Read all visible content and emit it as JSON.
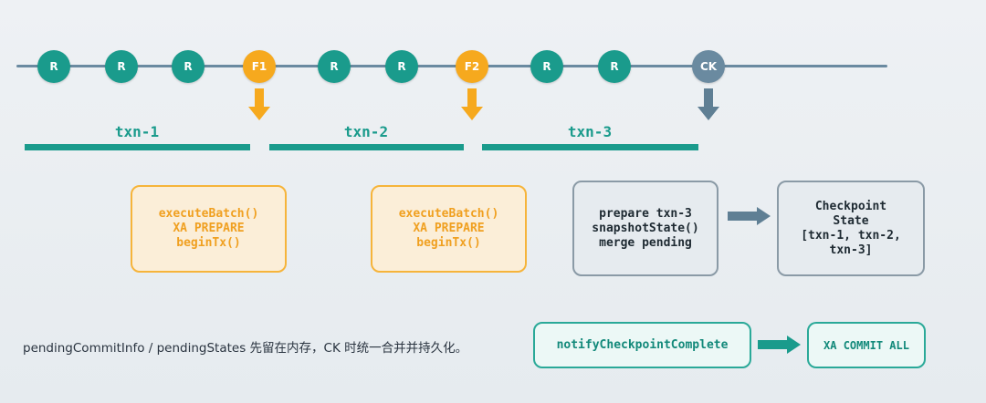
{
  "timeline": {
    "nodes": [
      {
        "label": "R",
        "kind": "record"
      },
      {
        "label": "R",
        "kind": "record"
      },
      {
        "label": "R",
        "kind": "record"
      },
      {
        "label": "F1",
        "kind": "flush"
      },
      {
        "label": "R",
        "kind": "record"
      },
      {
        "label": "R",
        "kind": "record"
      },
      {
        "label": "F2",
        "kind": "flush"
      },
      {
        "label": "R",
        "kind": "record"
      },
      {
        "label": "R",
        "kind": "record"
      },
      {
        "label": "CK",
        "kind": "checkpoint"
      }
    ]
  },
  "transactions": [
    {
      "label": "txn-1"
    },
    {
      "label": "txn-2"
    },
    {
      "label": "txn-3"
    }
  ],
  "boxes": {
    "flush1": [
      "executeBatch()",
      "XA PREPARE",
      "beginTx()"
    ],
    "flush2": [
      "executeBatch()",
      "XA PREPARE",
      "beginTx()"
    ],
    "prepare": [
      "prepare txn-3",
      "snapshotState()",
      "merge pending"
    ],
    "checkpoint_state": [
      "Checkpoint",
      "State",
      "[txn-1, txn-2,",
      "txn-3]"
    ],
    "notify": [
      "notifyCheckpointComplete"
    ],
    "commit": [
      "XA COMMIT ALL"
    ]
  },
  "note": "pendingCommitInfo / pendingStates 先留在内存，CK 时统一合并并持久化。",
  "colors": {
    "record": "#1a9b8c",
    "flush": "#f6a91e",
    "checkpoint": "#6a8aa0",
    "teal": "#1a9b8c",
    "orange": "#f6a91e",
    "gray_arrow": "#5f7f94"
  }
}
